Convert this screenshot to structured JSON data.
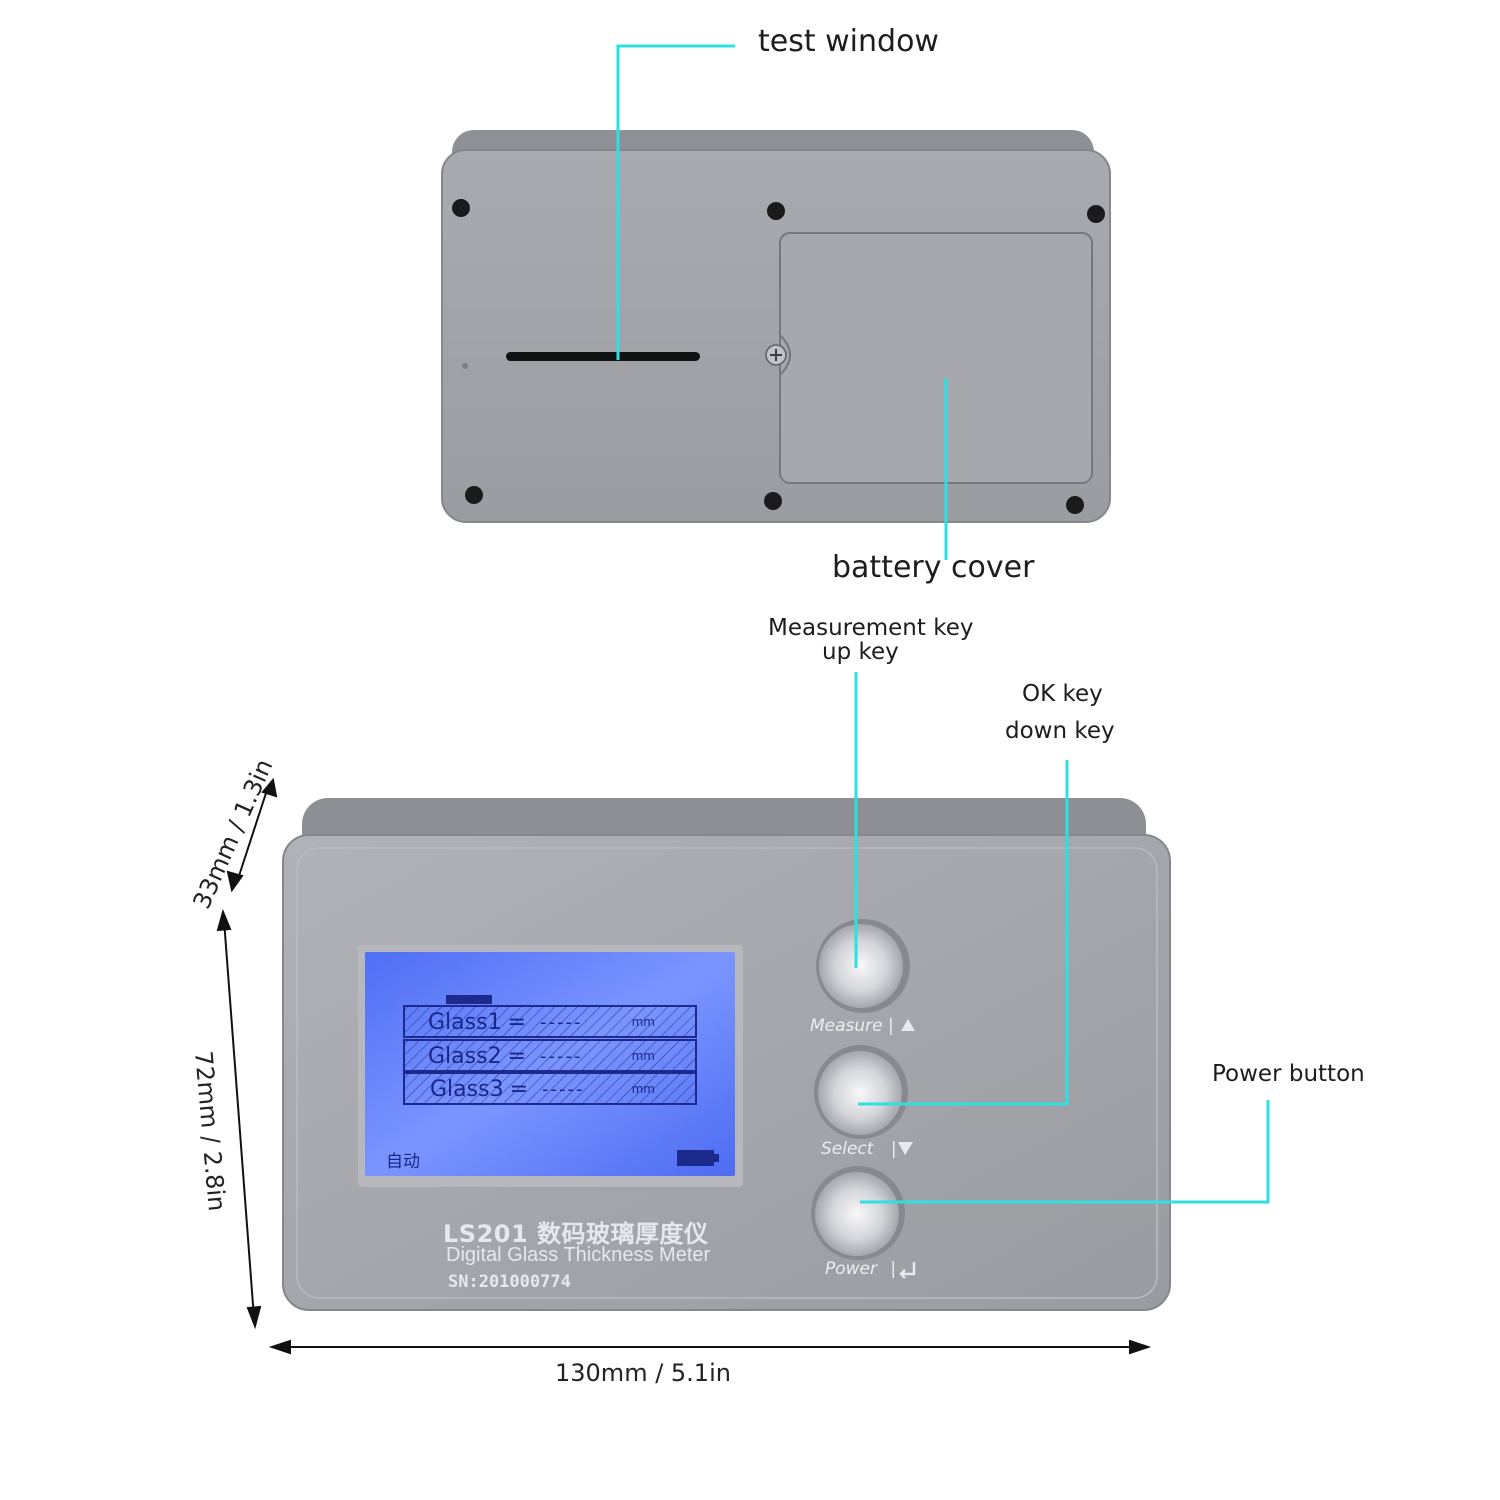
{
  "callouts": {
    "test_window": "test window",
    "battery_cover": "battery cover",
    "measurement_key_line1": "Measurement key",
    "measurement_key_line2": "up key",
    "ok_key_line1": "OK key",
    "ok_key_line2": "down key",
    "power_button": "Power button"
  },
  "dimensions": {
    "depth": "33mm / 1.3in",
    "height": "72mm / 2.8in",
    "width": "130mm / 5.1in"
  },
  "screen": {
    "rows": [
      {
        "label": "Glass1",
        "value": "-----",
        "unit": "mm"
      },
      {
        "label": "Glass2",
        "value": "-----",
        "unit": "mm"
      },
      {
        "label": "Glass3",
        "value": "-----",
        "unit": "mm"
      }
    ],
    "equals": "=",
    "mode": "自动"
  },
  "device": {
    "model_title": "LS201 数码玻璃厚度仪",
    "subtitle": "Digital Glass Thickness Meter",
    "serial": "SN:201000774"
  },
  "buttons": {
    "measure_label": "Measure",
    "select_label": "Select",
    "power_label": "Power",
    "separator": "|"
  },
  "colors": {
    "callout_line": "#2ee0e0",
    "housing": "#9c9ea4",
    "lcd": "#5f82ff"
  },
  "icons": {
    "up": "triangle-up-icon",
    "down": "triangle-down-icon",
    "enter": "enter-icon",
    "battery": "battery-icon"
  }
}
